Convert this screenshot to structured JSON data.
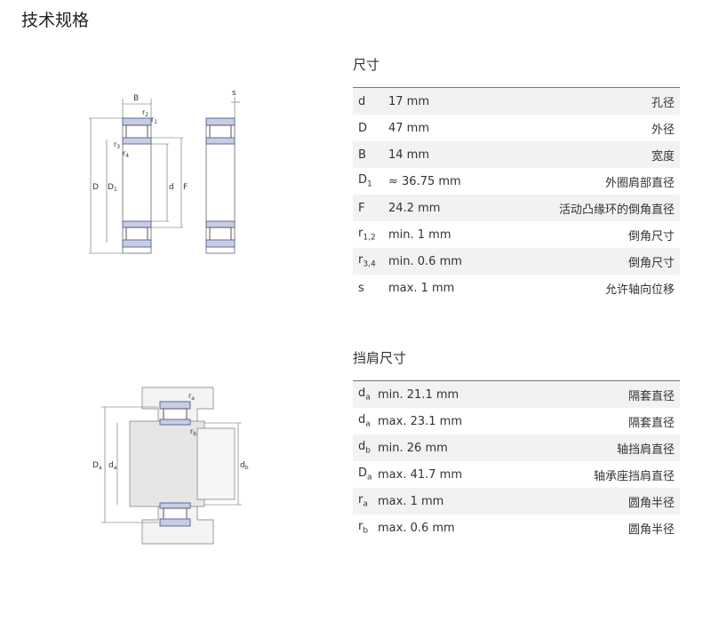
{
  "page": {
    "title": "技术规格"
  },
  "dimensions": {
    "title": "尺寸",
    "rows": [
      {
        "symbol": "d",
        "sub": "",
        "value": "17  mm",
        "desc": "孔径"
      },
      {
        "symbol": "D",
        "sub": "",
        "value": "47  mm",
        "desc": "外径"
      },
      {
        "symbol": "B",
        "sub": "",
        "value": "14  mm",
        "desc": "宽度"
      },
      {
        "symbol": "D",
        "sub": "1",
        "value": "≈ 36.75  mm",
        "desc": "外圈肩部直径"
      },
      {
        "symbol": "F",
        "sub": "",
        "value": "24.2  mm",
        "desc": "活动凸缘环的倒角直径"
      },
      {
        "symbol": "r",
        "sub": "1,2",
        "value": "min. 1  mm",
        "desc": "倒角尺寸"
      },
      {
        "symbol": "r",
        "sub": "3,4",
        "value": "min. 0.6  mm",
        "desc": "倒角尺寸"
      },
      {
        "symbol": "s",
        "sub": "",
        "value": "max. 1  mm",
        "desc": "允许轴向位移"
      }
    ]
  },
  "abutment": {
    "title": "挡肩尺寸",
    "rows": [
      {
        "symbol": "d",
        "sub": "a",
        "value": "min. 21.1  mm",
        "desc": "隔套直径"
      },
      {
        "symbol": "d",
        "sub": "a",
        "value": "max. 23.1  mm",
        "desc": "隔套直径"
      },
      {
        "symbol": "d",
        "sub": "b",
        "value": "min. 26  mm",
        "desc": "轴挡肩直径"
      },
      {
        "symbol": "D",
        "sub": "a",
        "value": "max. 41.7  mm",
        "desc": "轴承座挡肩直径"
      },
      {
        "symbol": "r",
        "sub": "a",
        "value": "max. 1  mm",
        "desc": "圆角半径"
      },
      {
        "symbol": "r",
        "sub": "b",
        "value": "max. 0.6  mm",
        "desc": "圆角半径"
      }
    ]
  },
  "diagram1": {
    "B": "B",
    "s": "s",
    "r1": "r",
    "r1s": "1",
    "r2": "r",
    "r2s": "2",
    "r3": "r",
    "r3s": "3",
    "r4": "r",
    "r4s": "4",
    "D": "D",
    "D1": "D",
    "D1s": "1",
    "d": "d",
    "F": "F"
  },
  "diagram2": {
    "ra": "r",
    "ras": "a",
    "rb": "r",
    "rbs": "b",
    "Da": "D",
    "Das": "a",
    "da": "d",
    "das": "a",
    "db": "d",
    "dbs": "b"
  },
  "colors": {
    "race": "#c9cde3",
    "raceStroke": "#5b6a98",
    "grey": "#d9d9d9"
  }
}
